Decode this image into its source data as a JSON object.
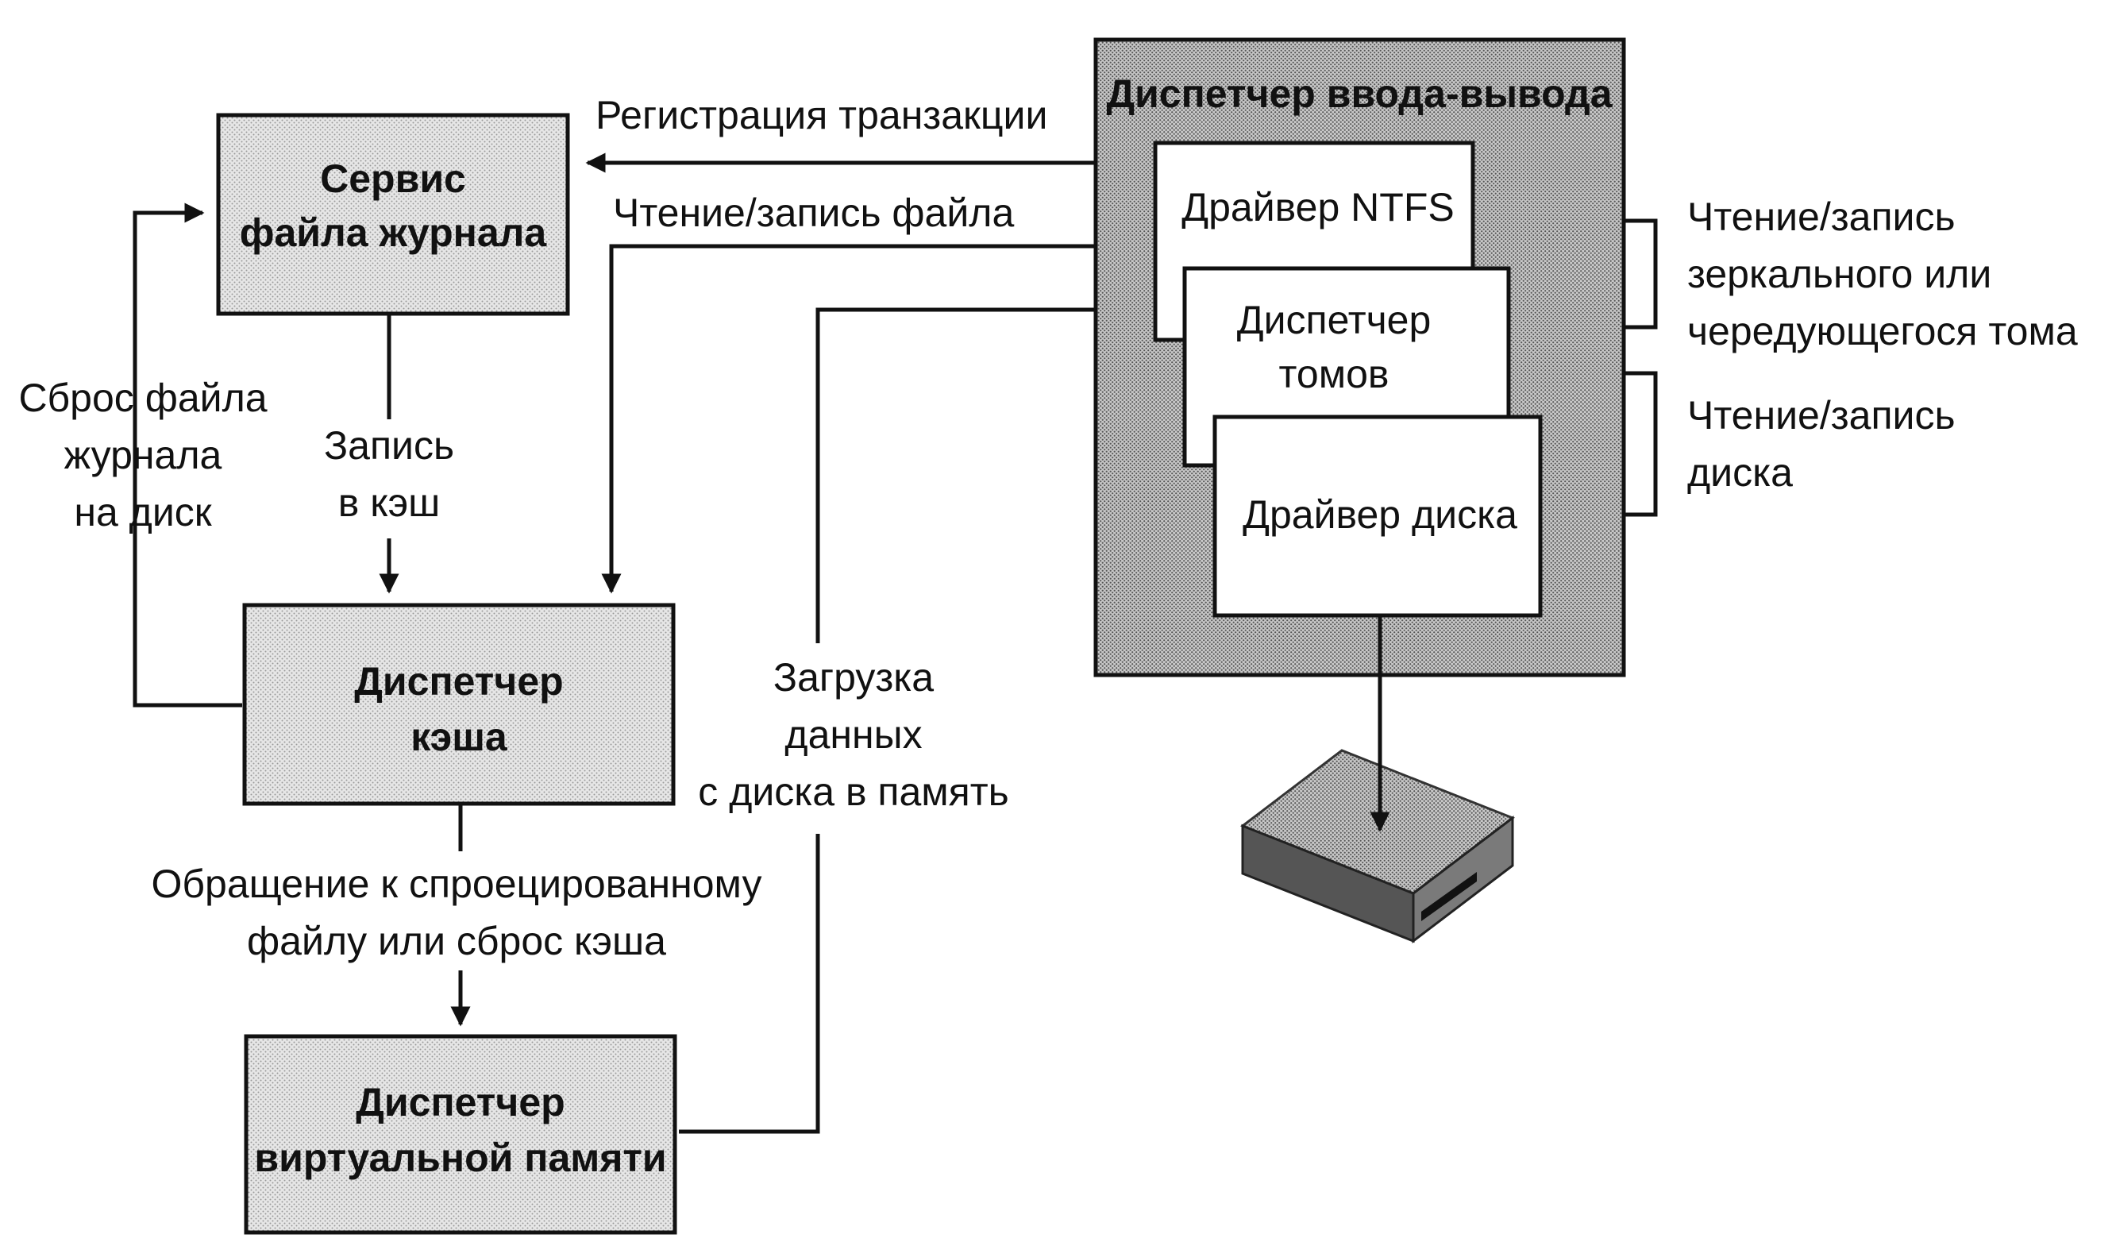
{
  "nodes": {
    "log_service": [
      "Сервис",
      "файла журнала"
    ],
    "cache_manager": [
      "Диспетчер",
      "кэша"
    ],
    "vm_manager": [
      "Диспетчер",
      "виртуальной памяти"
    ],
    "io_manager": "Диспетчер ввода-вывода",
    "ntfs_driver": "Драйвер NTFS",
    "volume_manager": [
      "Диспетчер",
      "томов"
    ],
    "disk_driver": "Драйвер диска",
    "disk_device": "disk-drive-icon"
  },
  "edges": {
    "transaction_logging": "Регистрация транзакции",
    "file_read_write": "Чтение/запись файла",
    "flush_log_to_disk": [
      "Сброс файла",
      "журнала",
      "на диск"
    ],
    "write_to_cache": [
      "Запись",
      "в кэш"
    ],
    "load_from_disk": [
      "Загрузка",
      "данных",
      "с диска в память"
    ],
    "mapped_access_or_flush": [
      "Обращение к спроецированному",
      "файлу или сброс кэша"
    ],
    "mirror_stripe_rw": [
      "Чтение/запись",
      "зеркального или",
      "чередующегося тома"
    ],
    "disk_rw": [
      "Чтение/запись",
      "диска"
    ]
  },
  "colors": {
    "line": "#111111",
    "box_fill_light": "#e4e4e4",
    "io_panel_fill": "#bdbdbd",
    "driver_fill": "#ffffff"
  }
}
